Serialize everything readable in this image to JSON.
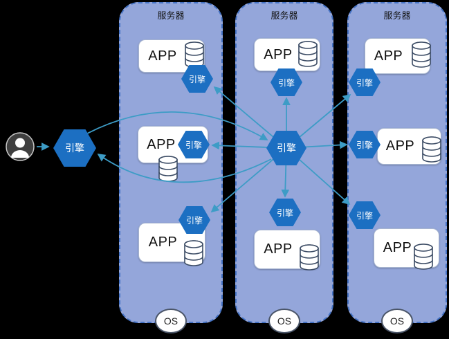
{
  "client": {
    "icon": "user-icon",
    "engine_label": "引擎"
  },
  "labels": {
    "server": "服务器",
    "app": "APP",
    "engine": "引擎",
    "os": "OS"
  },
  "servers": [
    {
      "label": "服务器",
      "os_label": "OS",
      "apps": [
        {
          "label": "APP",
          "engine_label": "引擎",
          "has_database": true
        },
        {
          "label": "APP",
          "engine_label": "引擎",
          "has_database": true
        },
        {
          "label": "APP",
          "engine_label": "引擎",
          "has_database": true
        }
      ]
    },
    {
      "label": "服务器",
      "os_label": "OS",
      "hub_engine_label": "引擎",
      "apps": [
        {
          "label": "APP",
          "engine_label": "引擎",
          "has_database": true
        },
        {
          "label": "APP",
          "engine_label": "引擎",
          "has_database": true
        }
      ]
    },
    {
      "label": "服务器",
      "os_label": "OS",
      "apps": [
        {
          "label": "APP",
          "engine_label": "引擎",
          "has_database": true
        },
        {
          "label": "APP",
          "engine_label": "引擎",
          "has_database": true
        },
        {
          "label": "APP",
          "engine_label": "引擎",
          "has_database": true
        }
      ]
    }
  ],
  "colors": {
    "background": "#000000",
    "server_fill": "#94A6DA",
    "server_border": "#4472C4",
    "engine_fill": "#1C6FC2",
    "arrow": "#3D9CC6",
    "app_box_fill": "#FFFFFF",
    "db_outline": "#3A4A63"
  }
}
